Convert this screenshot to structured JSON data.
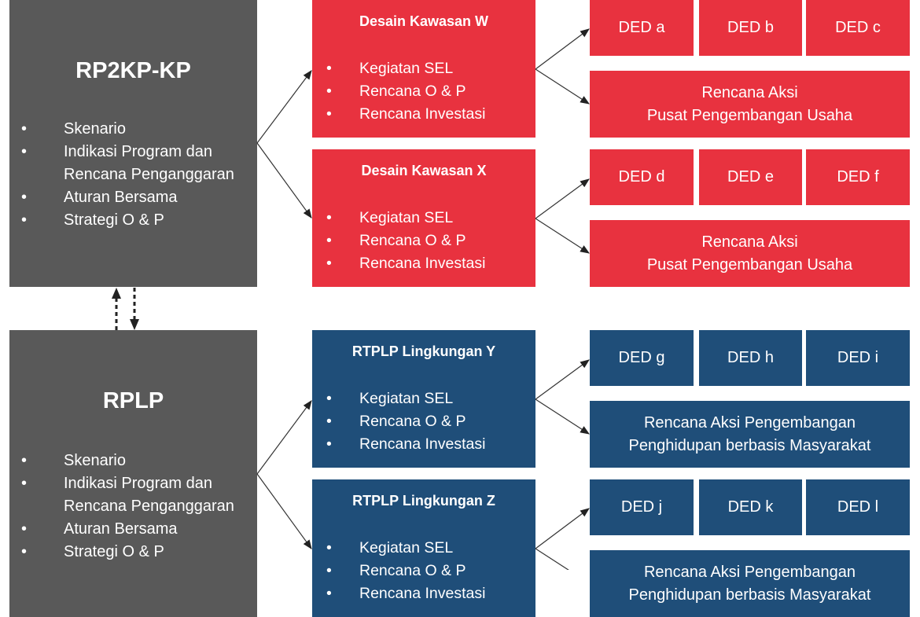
{
  "colors": {
    "gray": "#595959",
    "red": "#e8323f",
    "blue": "#1f4e79"
  },
  "top": {
    "main": {
      "title": "RP2KP-KP",
      "items": [
        "Skenario",
        "Indikasi Program dan",
        "Rencana Penganggaran",
        "Aturan Bersama",
        "Strategi O & P"
      ]
    },
    "branches": [
      {
        "title": "Desain Kawasan W",
        "items": [
          "Kegiatan SEL",
          "Rencana O & P",
          "Rencana Investasi"
        ],
        "ded": [
          "DED a",
          "DED b",
          "DED c"
        ],
        "aksi": [
          "Rencana Aksi",
          "Pusat Pengembangan Usaha"
        ]
      },
      {
        "title": "Desain Kawasan X",
        "items": [
          "Kegiatan SEL",
          "Rencana O & P",
          "Rencana Investasi"
        ],
        "ded": [
          "DED d",
          "DED e",
          "DED f"
        ],
        "aksi": [
          "Rencana Aksi",
          "Pusat Pengembangan Usaha"
        ]
      }
    ]
  },
  "bottom": {
    "main": {
      "title": "RPLP",
      "items": [
        "Skenario",
        "Indikasi Program dan",
        "Rencana Penganggaran",
        "Aturan Bersama",
        "Strategi O & P"
      ]
    },
    "branches": [
      {
        "title": "RTPLP Lingkungan Y",
        "items": [
          "Kegiatan SEL",
          "Rencana O & P",
          "Rencana Investasi"
        ],
        "ded": [
          "DED g",
          "DED h",
          "DED i"
        ],
        "aksi": [
          "Rencana Aksi Pengembangan",
          "Penghidupan berbasis Masyarakat"
        ]
      },
      {
        "title": "RTPLP Lingkungan Z",
        "items": [
          "Kegiatan SEL",
          "Rencana O & P",
          "Rencana Investasi"
        ],
        "ded": [
          "DED j",
          "DED k",
          "DED l"
        ],
        "aksi": [
          "Rencana Aksi Pengembangan",
          "Penghidupan berbasis Masyarakat"
        ]
      }
    ]
  }
}
